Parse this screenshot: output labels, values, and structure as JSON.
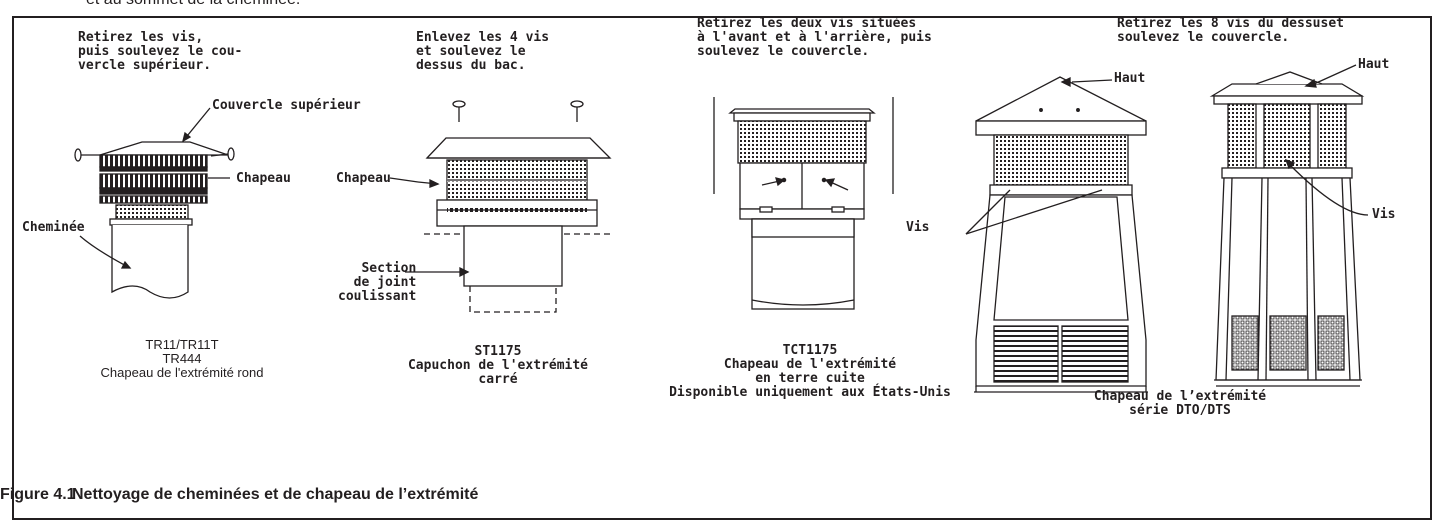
{
  "cut_off_text": "et au sommet de la cheminée.",
  "figure": {
    "number": "Figure 4.1",
    "title": "Nettoyage de cheminées et de chapeau de l’extrémité"
  },
  "panels": {
    "tr11": {
      "instruction": "Retirez les vis,\npuis soulevez le cou-\nvercle supérieur.",
      "label_top_cover": "Couvercle supérieur",
      "label_cap": "Chapeau",
      "label_chimney": "Cheminée",
      "caption": "TR11/TR11T\nTR444\nChapeau de l'extrémité rond"
    },
    "st1175": {
      "instruction": "Enlevez les 4 vis\net soulevez le\ndessus du bac.",
      "label_cap": "Chapeau",
      "label_section": "Section\nde joint\ncoulissant",
      "caption": "ST1175\nCapuchon de l'extrémité\ncarré"
    },
    "tct1175": {
      "instruction": "Retirez les deux vis situées\nà l'avant et à l'arrière, puis\nsoulevez le couvercle.",
      "label_screws": "Vis",
      "caption": "TCT1175\nChapeau de l'extrémité\nen terre cuite\nDisponible uniquement aux États-Unis"
    },
    "dto": {
      "instruction": "Retirez les 8 vis du dessuset\nsoulevez le couvercle.",
      "label_top_left": "Haut",
      "label_top_right": "Haut",
      "label_screws": "Vis",
      "caption": "Chapeau de l’extrémité\nsérie DTO/DTS"
    }
  }
}
